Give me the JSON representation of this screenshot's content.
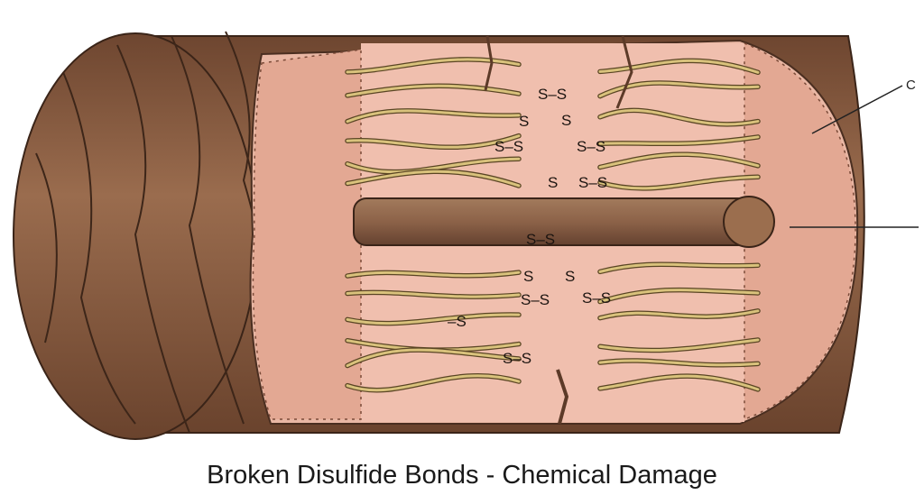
{
  "title": "Broken Disulfide Bonds - Chemical Damage",
  "callouts": {
    "top_right": "C"
  },
  "bond_labels": [
    "S–S",
    "S",
    "S",
    "S–S",
    "S–S",
    "S",
    "S–S",
    "S–S",
    "S",
    "S",
    "S–S",
    "S–S",
    "–S",
    "S–S"
  ],
  "colors": {
    "cuticle": "#8a5d41",
    "cortex": "#e8b3a0",
    "fiber": "#d9c27c",
    "medulla": "#8c6248",
    "text": "#1a1a1a"
  }
}
